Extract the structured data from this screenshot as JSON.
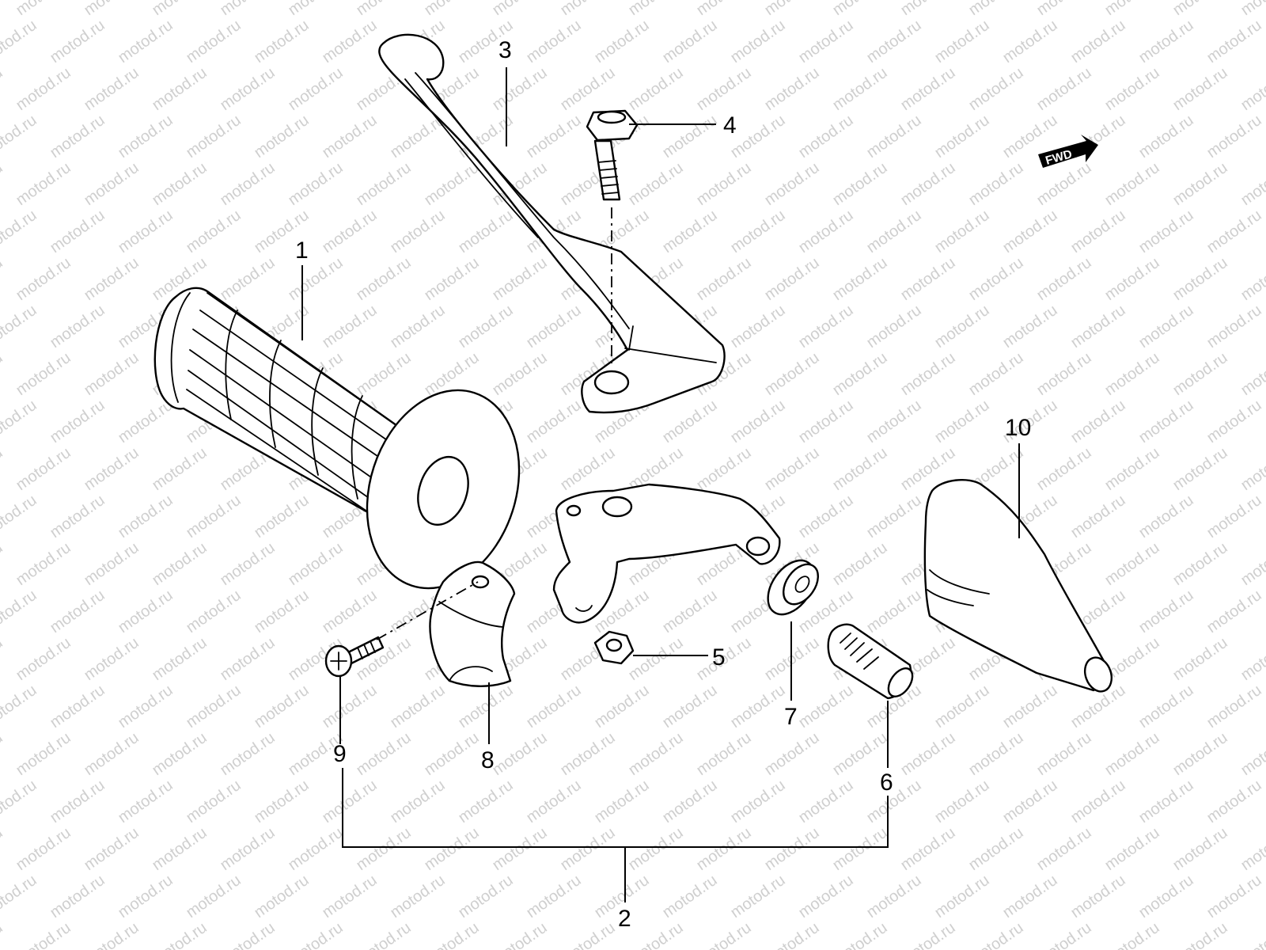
{
  "watermark": "motod.ru",
  "direction_badge": {
    "label": "FWD",
    "icon": "arrow-right-icon"
  },
  "parts": [
    {
      "key": "grip",
      "label": "1"
    },
    {
      "key": "lever_assembly",
      "label": "2"
    },
    {
      "key": "lever",
      "label": "3"
    },
    {
      "key": "pivot_bolt",
      "label": "4"
    },
    {
      "key": "nut",
      "label": "5"
    },
    {
      "key": "adjuster",
      "label": "6"
    },
    {
      "key": "lock_nut",
      "label": "7"
    },
    {
      "key": "clamp",
      "label": "8"
    },
    {
      "key": "screw",
      "label": "9"
    },
    {
      "key": "lever_cover",
      "label": "10"
    }
  ],
  "colors": {
    "line": "#000000",
    "background": "#ffffff",
    "watermark": "#cfcfcf"
  }
}
